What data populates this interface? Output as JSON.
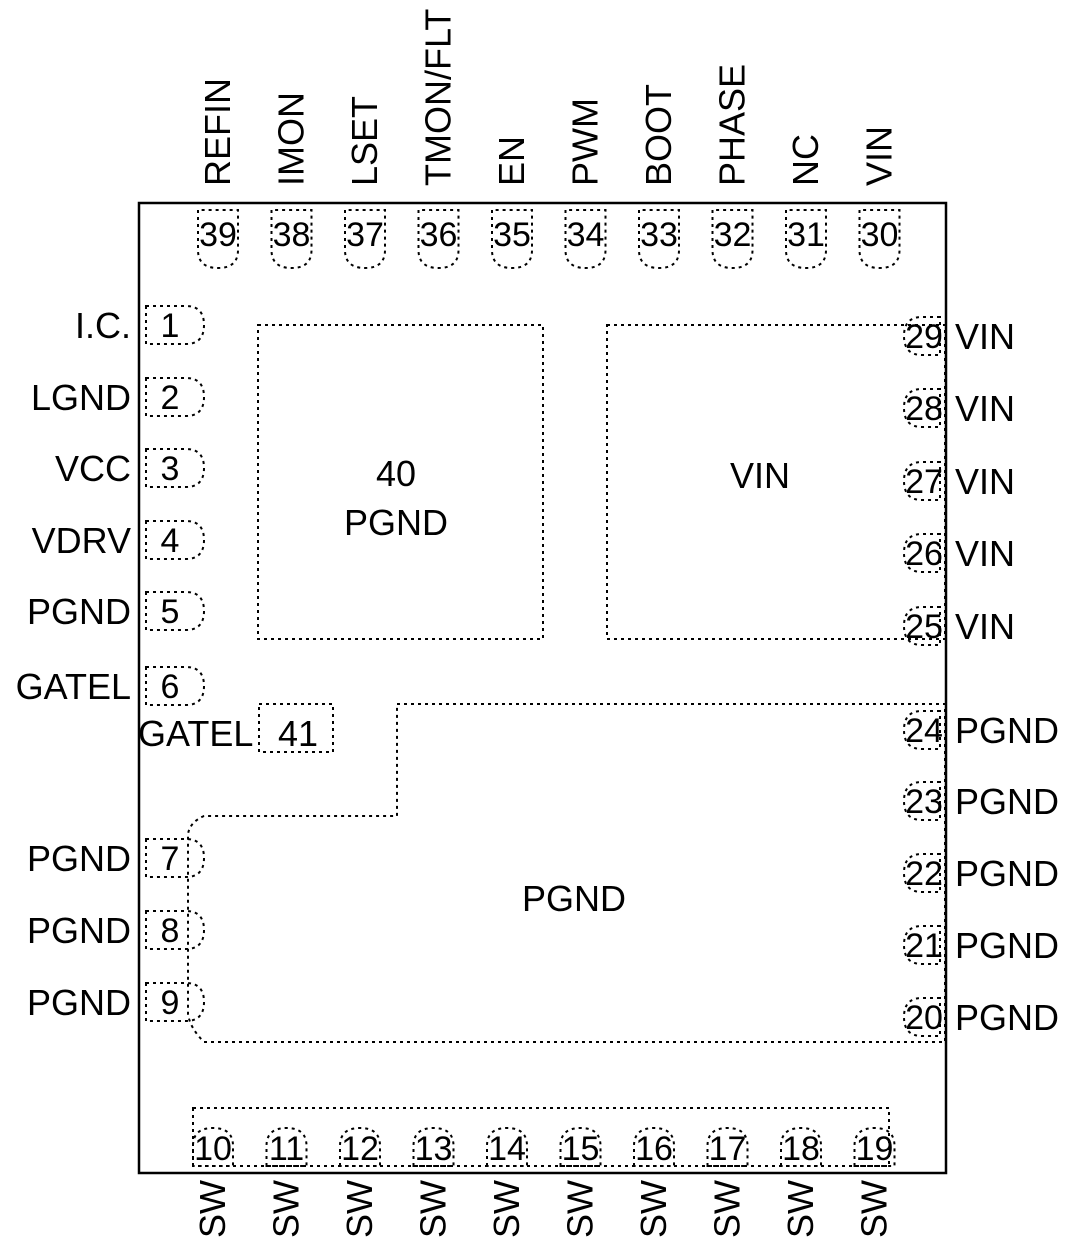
{
  "top_pins": [
    {
      "num": "39",
      "label": "REFIN"
    },
    {
      "num": "38",
      "label": "IMON"
    },
    {
      "num": "37",
      "label": "LSET"
    },
    {
      "num": "36",
      "label": "TMON/FLT"
    },
    {
      "num": "35",
      "label": "EN"
    },
    {
      "num": "34",
      "label": "PWM"
    },
    {
      "num": "33",
      "label": "BOOT"
    },
    {
      "num": "32",
      "label": "PHASE"
    },
    {
      "num": "31",
      "label": "NC"
    },
    {
      "num": "30",
      "label": "VIN"
    }
  ],
  "left_pins": [
    {
      "num": "1",
      "label": "I.C."
    },
    {
      "num": "2",
      "label": "LGND"
    },
    {
      "num": "3",
      "label": "VCC"
    },
    {
      "num": "4",
      "label": "VDRV"
    },
    {
      "num": "5",
      "label": "PGND"
    },
    {
      "num": "6",
      "label": "GATEL"
    },
    {
      "num": "7",
      "label": "PGND"
    },
    {
      "num": "8",
      "label": "PGND"
    },
    {
      "num": "9",
      "label": "PGND"
    }
  ],
  "right_pins": [
    {
      "num": "29",
      "label": "VIN"
    },
    {
      "num": "28",
      "label": "VIN"
    },
    {
      "num": "27",
      "label": "VIN"
    },
    {
      "num": "26",
      "label": "VIN"
    },
    {
      "num": "25",
      "label": "VIN"
    },
    {
      "num": "24",
      "label": "PGND"
    },
    {
      "num": "23",
      "label": "PGND"
    },
    {
      "num": "22",
      "label": "PGND"
    },
    {
      "num": "21",
      "label": "PGND"
    },
    {
      "num": "20",
      "label": "PGND"
    }
  ],
  "bottom_pins": [
    {
      "num": "10",
      "label": "SW"
    },
    {
      "num": "11",
      "label": "SW"
    },
    {
      "num": "12",
      "label": "SW"
    },
    {
      "num": "13",
      "label": "SW"
    },
    {
      "num": "14",
      "label": "SW"
    },
    {
      "num": "15",
      "label": "SW"
    },
    {
      "num": "16",
      "label": "SW"
    },
    {
      "num": "17",
      "label": "SW"
    },
    {
      "num": "18",
      "label": "SW"
    },
    {
      "num": "19",
      "label": "SW"
    }
  ],
  "pads": {
    "pad40": {
      "num": "40",
      "label": "PGND"
    },
    "vin": {
      "label": "VIN"
    },
    "pad41": {
      "num": "41",
      "label": "GATEL"
    },
    "pgnd": {
      "label": "PGND"
    }
  }
}
